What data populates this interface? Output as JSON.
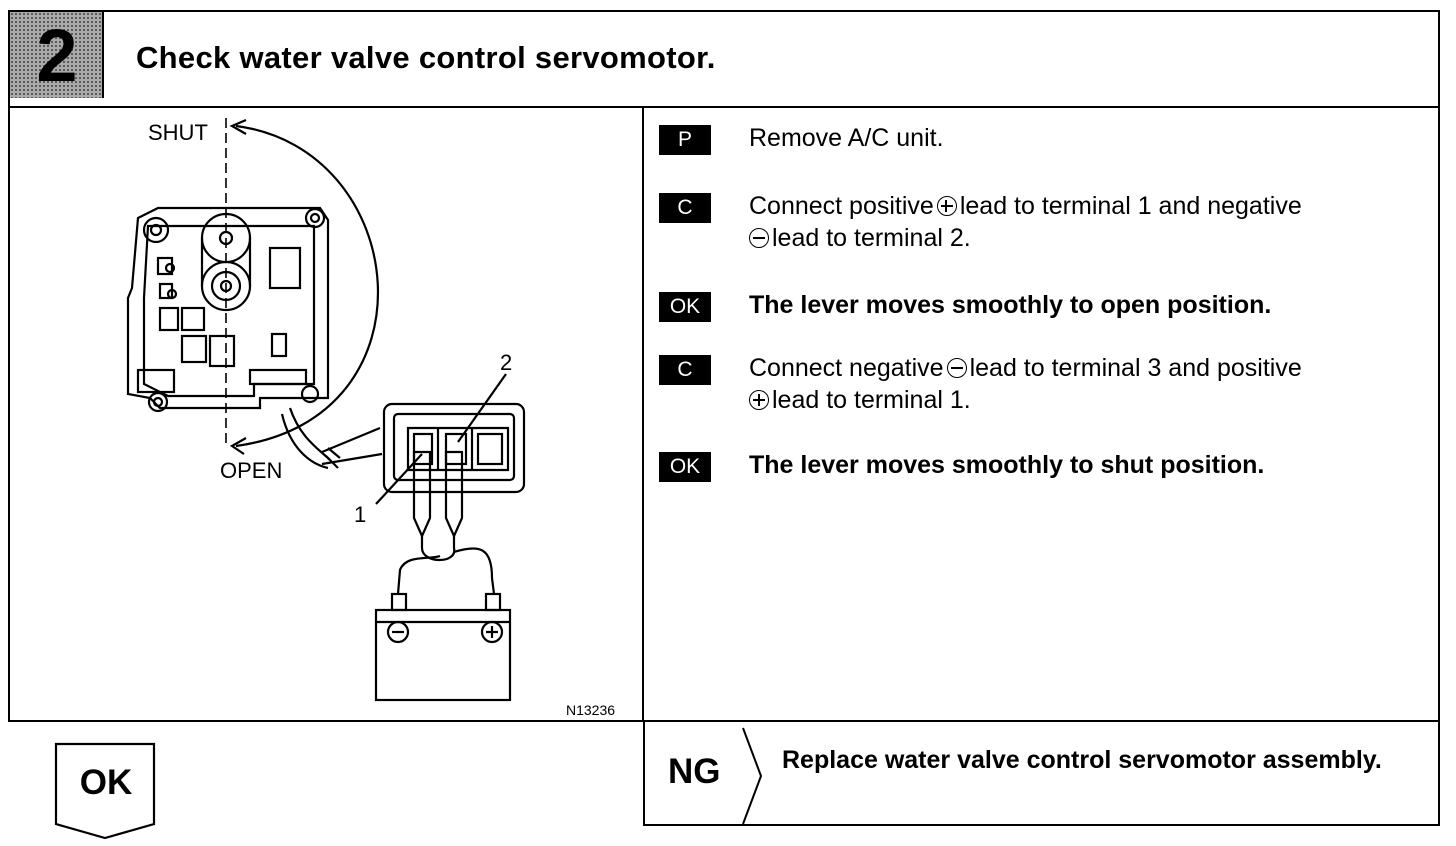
{
  "header": {
    "step_number": "2",
    "title": "Check water valve control servomotor."
  },
  "diagram": {
    "label_shut": "SHUT",
    "label_open": "OPEN",
    "terminal_1": "1",
    "terminal_2": "2",
    "figure_id": "N13236"
  },
  "steps": [
    {
      "tag": "P",
      "text": "Remove A/C unit."
    },
    {
      "tag": "C",
      "line1_a": "Connect positive",
      "line1_b": "lead to terminal 1 and negative",
      "line2_b": "lead to terminal 2."
    },
    {
      "tag": "OK",
      "text": "The lever moves smoothly to open position."
    },
    {
      "tag": "C",
      "line1_a": "Connect negative",
      "line1_b": "lead to terminal 3 and positive",
      "line2_b": "lead to terminal 1."
    },
    {
      "tag": "OK",
      "text": "The lever moves smoothly to shut position."
    }
  ],
  "result_ng": {
    "label": "NG",
    "text": "Replace water valve control servomotor assembly."
  },
  "result_ok": {
    "label": "OK"
  }
}
